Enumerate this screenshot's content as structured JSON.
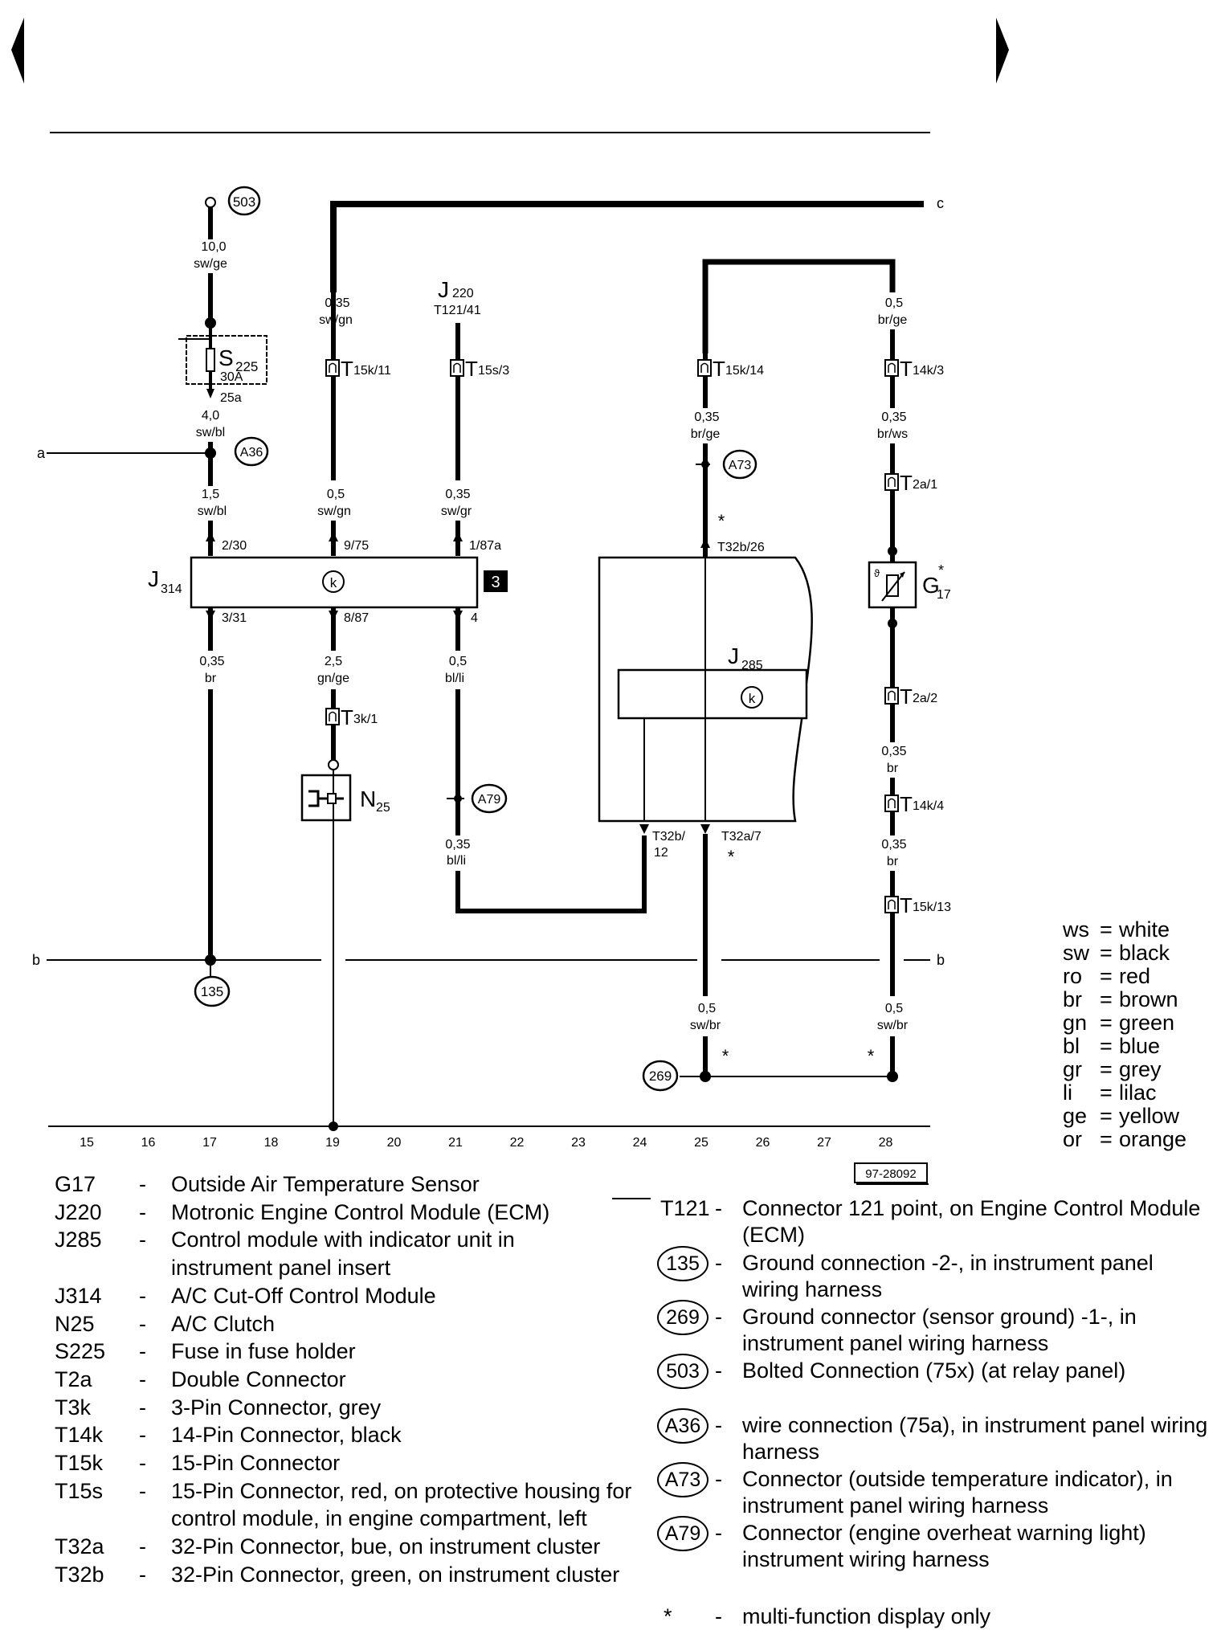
{
  "wire_specs": [
    {
      "size": "10,0",
      "color": "sw/ge"
    },
    {
      "size": "4,0",
      "color": "sw/bl"
    },
    {
      "size": "1,5",
      "color": "sw/bl"
    },
    {
      "size": "0,35",
      "color": "sw/gn"
    },
    {
      "size": "0,5",
      "color": "sw/gn"
    },
    {
      "size": "0,35",
      "color": "sw/gr"
    },
    {
      "size": "0,35",
      "color": "br"
    },
    {
      "size": "2,5",
      "color": "gn/ge"
    },
    {
      "size": "0,5",
      "color": "bl/li"
    },
    {
      "size": "0,35",
      "color": "bl/li"
    },
    {
      "size": "0,35",
      "color": "br/ge"
    },
    {
      "size": "0,5",
      "color": "sw/br"
    },
    {
      "size": "0,5",
      "color": "br/ge"
    },
    {
      "size": "0,35",
      "color": "br/ws"
    },
    {
      "size": "0,35",
      "color": "br"
    },
    {
      "size": "0,35",
      "color": "br"
    },
    {
      "size": "0,5",
      "color": "sw/br"
    }
  ],
  "connectors": {
    "t15k11": "15k/11",
    "t15s3": "15s/3",
    "t15k14": "15k/14",
    "t14k3": "14k/3",
    "t2a1": "2a/1",
    "t2a2": "2a/2",
    "t14k4": "14k/4",
    "t15k13": "15k/13",
    "t3k1": "3k/1"
  },
  "pins": {
    "p230": "2/30",
    "p975": "9/75",
    "p187a": "1/87a",
    "p331": "3/31",
    "p887": "8/87",
    "p4": "4",
    "p25a": "25a",
    "t32b26": "T32b/26",
    "t32b12a": "T32b/",
    "t32b12b": "12",
    "t32a7": "T32a/7"
  },
  "components": {
    "s225": "S",
    "s225_sub": "225",
    "s225_amp": "30A",
    "j220": "J",
    "j220_sub": "220",
    "t121_41": "T121/41",
    "j314": "J",
    "j314_sub": "314",
    "j314_box": "3",
    "j285": "J",
    "j285_sub": "285",
    "g17": "G",
    "g17_sub": "17",
    "n25": "N",
    "n25_sub": "25",
    "T": "T"
  },
  "grounds": {
    "g503": "503",
    "a36": "A36",
    "a73": "A73",
    "a79": "A79",
    "g135": "135",
    "g269": "269"
  },
  "ref_letters": {
    "a": "a",
    "b": "b",
    "c": "c"
  },
  "stars": "*",
  "ruler": [
    "15",
    "16",
    "17",
    "18",
    "19",
    "20",
    "21",
    "22",
    "23",
    "24",
    "25",
    "26",
    "27",
    "28"
  ],
  "drawing_number": "97-28092",
  "color_key": [
    {
      "abbr": "ws",
      "name": "white"
    },
    {
      "abbr": "sw",
      "name": "black"
    },
    {
      "abbr": "ro",
      "name": "red"
    },
    {
      "abbr": "br",
      "name": "brown"
    },
    {
      "abbr": "gn",
      "name": "green"
    },
    {
      "abbr": "bl",
      "name": "blue"
    },
    {
      "abbr": "gr",
      "name": "grey"
    },
    {
      "abbr": "li",
      "name": "lilac"
    },
    {
      "abbr": "ge",
      "name": "yellow"
    },
    {
      "abbr": "or",
      "name": "orange"
    }
  ],
  "legend_left": [
    {
      "code": "G17",
      "desc": "Outside Air Temperature Sensor"
    },
    {
      "code": "J220",
      "desc": "Motronic Engine Control Module (ECM)"
    },
    {
      "code": "J285",
      "desc": "Control module with indicator unit in"
    },
    {
      "code": "",
      "desc": "instrument panel insert"
    },
    {
      "code": "J314",
      "desc": "A/C Cut-Off Control Module"
    },
    {
      "code": "N25",
      "desc": "A/C Clutch"
    },
    {
      "code": "S225",
      "desc": "Fuse  in fuse holder"
    },
    {
      "code": "T2a",
      "desc": "Double Connector"
    },
    {
      "code": "T3k",
      "desc": "3-Pin Connector, grey"
    },
    {
      "code": "T14k",
      "desc": "14-Pin Connector, black"
    },
    {
      "code": "T15k",
      "desc": "15-Pin Connector"
    },
    {
      "code": "T15s",
      "desc": "15-Pin Connector, red, on protective housing for"
    },
    {
      "code": "",
      "desc": "control module, in engine compartment, left"
    },
    {
      "code": "T32a",
      "desc": "32-Pin Connector, bue, on instrument cluster"
    },
    {
      "code": "T32b",
      "desc": "32-Pin Connector, green, on instrument cluster"
    }
  ],
  "legend_dash": "-",
  "legend_right": [
    {
      "code": "T121",
      "desc": "Connector 121 point, on Engine Control Module (ECM)"
    },
    {
      "code": "135",
      "desc": "Ground connection -2-, in instrument panel wiring harness"
    },
    {
      "code": "269",
      "desc": "Ground connector (sensor ground) -1-, in instrument panel wiring harness"
    },
    {
      "code": "503",
      "desc": "Bolted Connection (75x) (at relay panel)"
    },
    {
      "code": "A36",
      "desc": "wire connection (75a), in instrument panel wiring harness"
    },
    {
      "code": "A73",
      "desc": "Connector (outside temperature indicator), in instrument panel wiring harness"
    },
    {
      "code": "A79",
      "desc": "Connector (engine overheat warning light) instrument wiring harness"
    },
    {
      "code": "*",
      "desc": "multi-function display only"
    }
  ]
}
